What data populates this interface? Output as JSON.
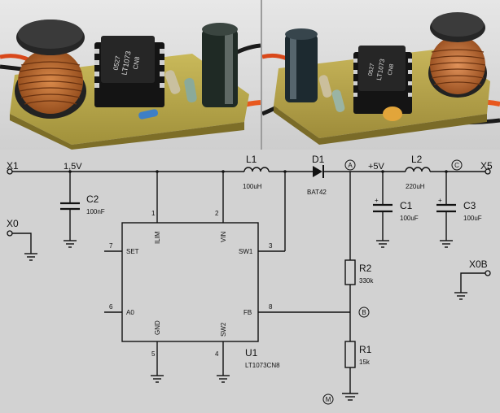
{
  "terminals": {
    "x1": "X1",
    "x0": "X0",
    "x5": "X5",
    "x0b": "X0B"
  },
  "nets": {
    "v_in": "1,5V",
    "v_out": "+5V"
  },
  "components": {
    "c2": {
      "ref": "C2",
      "value": "100nF"
    },
    "l1": {
      "ref": "L1",
      "value": "100uH"
    },
    "d1": {
      "ref": "D1",
      "value": "BAT42"
    },
    "l2": {
      "ref": "L2",
      "value": "220uH"
    },
    "c1": {
      "ref": "C1",
      "value": "100uF"
    },
    "c3": {
      "ref": "C3",
      "value": "100uF"
    },
    "r2": {
      "ref": "R2",
      "value": "330k"
    },
    "r1": {
      "ref": "R1",
      "value": "15k"
    }
  },
  "ic": {
    "ref": "U1",
    "part": "LT1073CN8",
    "pins": [
      {
        "name": "ILIM",
        "num": "1"
      },
      {
        "name": "VIN",
        "num": "2"
      },
      {
        "name": "SW1",
        "num": "3"
      },
      {
        "name": "SW2",
        "num": "4"
      },
      {
        "name": "GND",
        "num": "5"
      },
      {
        "name": "A0",
        "num": "6"
      },
      {
        "name": "SET",
        "num": "7"
      },
      {
        "name": "FB",
        "num": "8"
      }
    ]
  },
  "nodes": {
    "a": "A",
    "b": "B",
    "c": "C",
    "m": "M"
  },
  "photo_chip_text": {
    "line1": "LT1073",
    "line2": "CN8",
    "line3": "0527"
  },
  "colors": {
    "pcb": "#b8a84a",
    "coil": "#b86a2a",
    "wire_red": "#e0501a",
    "wire_black": "#1a1a1a",
    "background": "#d2d2d2"
  }
}
